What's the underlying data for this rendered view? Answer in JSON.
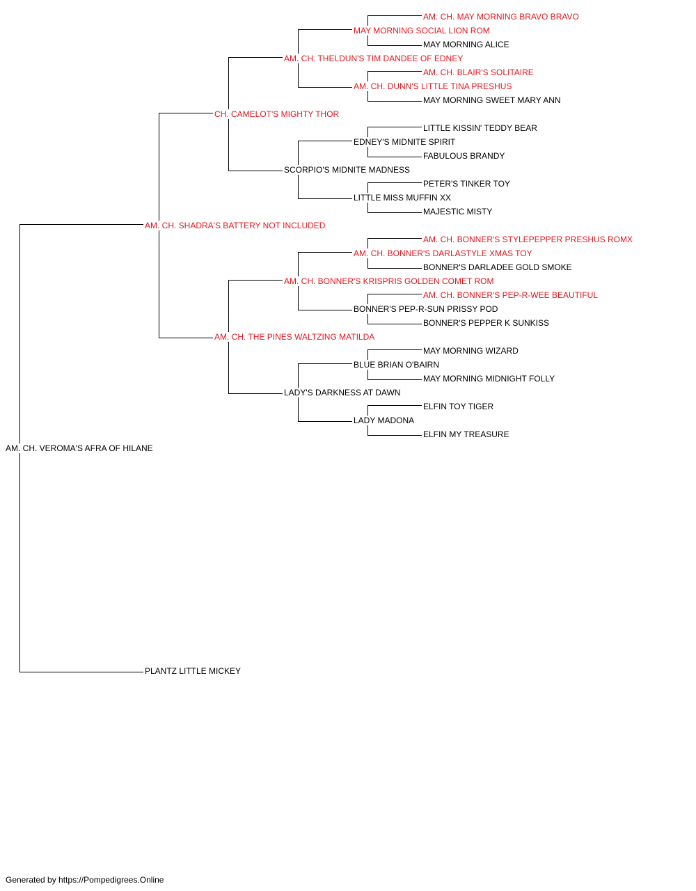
{
  "colors": {
    "champion": "#e8141c",
    "normal": "#000000",
    "lines": "#000000"
  },
  "footer": "Generated by https://Pompedigrees.Online",
  "pedigree": {
    "subject": {
      "name": "AM. CH. VEROMA'S AFRA OF HILANE",
      "champion": false
    },
    "sire": {
      "name": "AM. CH. SHADRA'S BATTERY NOT INCLUDED",
      "champion": true
    },
    "sire_sire": {
      "name": "CH. CAMELOT'S MIGHTY THOR",
      "champion": true
    },
    "sire_sire_sire": {
      "name": "AM. CH. THELDUN'S TIM DANDEE OF EDNEY",
      "champion": true
    },
    "sire_sire_sire_sire": {
      "name": "MAY MORNING SOCIAL LION ROM",
      "champion": true
    },
    "sire_sire_sire_sire_sire": {
      "name": "AM. CH. MAY MORNING BRAVO BRAVO",
      "champion": true
    },
    "sire_sire_sire_sire_dam": {
      "name": "MAY MORNING ALICE",
      "champion": false
    },
    "sire_sire_sire_dam": {
      "name": "AM. CH. DUNN'S LITTLE TINA PRESHUS",
      "champion": true
    },
    "sire_sire_sire_dam_sire": {
      "name": "AM. CH. BLAIR'S SOLITAIRE",
      "champion": true
    },
    "sire_sire_sire_dam_dam": {
      "name": "MAY MORNING SWEET MARY ANN",
      "champion": false
    },
    "sire_sire_dam": {
      "name": "SCORPIO'S MIDNITE MADNESS",
      "champion": false
    },
    "sire_sire_dam_sire": {
      "name": "EDNEY'S MIDNITE SPIRIT",
      "champion": false
    },
    "sire_sire_dam_sire_sire": {
      "name": "LITTLE KISSIN' TEDDY BEAR",
      "champion": false
    },
    "sire_sire_dam_sire_dam": {
      "name": "FABULOUS BRANDY",
      "champion": false
    },
    "sire_sire_dam_dam": {
      "name": "LITTLE MISS MUFFIN XX",
      "champion": false
    },
    "sire_sire_dam_dam_sire": {
      "name": "PETER'S TINKER TOY",
      "champion": false
    },
    "sire_sire_dam_dam_dam": {
      "name": "MAJESTIC MISTY",
      "champion": false
    },
    "sire_dam": {
      "name": "AM. CH. THE PINES WALTZING MATILDA",
      "champion": true
    },
    "sire_dam_sire": {
      "name": "AM. CH. BONNER'S KRISPRIS GOLDEN COMET ROM",
      "champion": true
    },
    "sire_dam_sire_sire": {
      "name": "AM. CH. BONNER'S DARLASTYLE XMAS TOY",
      "champion": true
    },
    "sire_dam_sire_sire_sire": {
      "name": "AM. CH. BONNER'S STYLEPEPPER PRESHUS ROMX",
      "champion": true
    },
    "sire_dam_sire_sire_dam": {
      "name": "BONNER'S DARLADEE GOLD SMOKE",
      "champion": false
    },
    "sire_dam_sire_dam": {
      "name": "BONNER'S PEP-R-SUN PRISSY POD",
      "champion": false
    },
    "sire_dam_sire_dam_sire": {
      "name": "AM. CH. BONNER'S PEP-R-WEE BEAUTIFUL",
      "champion": true
    },
    "sire_dam_sire_dam_dam": {
      "name": "BONNER'S PEPPER K SUNKISS",
      "champion": false
    },
    "sire_dam_dam": {
      "name": "LADY'S DARKNESS AT DAWN",
      "champion": false
    },
    "sire_dam_dam_sire": {
      "name": "BLUE BRIAN O'BAIRN",
      "champion": false
    },
    "sire_dam_dam_sire_sire": {
      "name": "MAY MORNING WIZARD",
      "champion": false
    },
    "sire_dam_dam_sire_dam": {
      "name": "MAY MORNING MIDNIGHT FOLLY",
      "champion": false
    },
    "sire_dam_dam_dam": {
      "name": "LADY MADONA",
      "champion": false
    },
    "sire_dam_dam_dam_sire": {
      "name": "ELFIN TOY TIGER",
      "champion": false
    },
    "sire_dam_dam_dam_dam": {
      "name": "ELFIN MY TREASURE",
      "champion": false
    },
    "dam": {
      "name": "PLANTZ LITTLE MICKEY",
      "champion": false
    }
  }
}
